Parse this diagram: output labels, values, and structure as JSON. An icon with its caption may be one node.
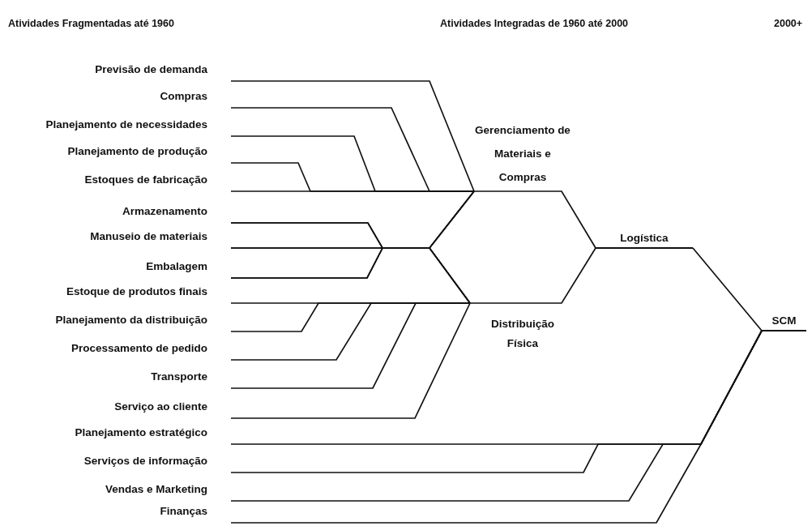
{
  "diagram": {
    "nodes": [
      {
        "text": [
          "Previsão de demanda"
        ]
      },
      {
        "text": [
          "Compras"
        ]
      },
      {
        "text": [
          "Planejamento de necessidades"
        ]
      },
      {
        "text": [
          "Planejamento de produção"
        ]
      },
      {
        "text": [
          "Estoques de fabricação"
        ]
      },
      {
        "text": [
          "Armazenamento"
        ]
      },
      {
        "text": [
          "Manuseio de materiais"
        ]
      },
      {
        "text": [
          "Embalagem"
        ]
      },
      {
        "text": [
          "Estoque de produtos finais"
        ]
      },
      {
        "text": [
          "Planejamento da distribuição"
        ]
      },
      {
        "text": [
          "Processamento de pedido"
        ]
      },
      {
        "text": [
          "Transporte"
        ]
      },
      {
        "text": [
          "Serviço ao cliente"
        ]
      },
      {
        "text": [
          "Planejamento estratégico"
        ]
      },
      {
        "text": [
          "Serviços de informação"
        ]
      },
      {
        "text": [
          "Vendas e Marketing"
        ]
      },
      {
        "text": [
          "Finanças"
        ]
      },
      {
        "text": [
          "Gerenciamento de Materiais e Compras"
        ]
      },
      {
        "text": [
          "Distribuição Física"
        ]
      },
      {
        "text": [
          "Logística"
        ]
      },
      {
        "text": [
          "SCM"
        ]
      }
    ],
    "edges": [
      {
        "from": 0,
        "to": 17,
        "arrow": "none"
      },
      {
        "from": 1,
        "to": 17,
        "arrow": "none"
      },
      {
        "from": 2,
        "to": 17,
        "arrow": "none"
      },
      {
        "from": 3,
        "to": 17,
        "arrow": "none"
      },
      {
        "from": 4,
        "to": 17,
        "arrow": "none"
      },
      {
        "from": 5,
        "to": 17,
        "arrow": "none"
      },
      {
        "from": 6,
        "to": 17,
        "arrow": "none"
      },
      {
        "from": 7,
        "to": 17,
        "arrow": "none"
      },
      {
        "from": 5,
        "to": 18,
        "arrow": "none"
      },
      {
        "from": 6,
        "to": 18,
        "arrow": "none"
      },
      {
        "from": 7,
        "to": 18,
        "arrow": "none"
      },
      {
        "from": 8,
        "to": 18,
        "arrow": "none"
      },
      {
        "from": 9,
        "to": 18,
        "arrow": "none"
      },
      {
        "from": 10,
        "to": 18,
        "arrow": "none"
      },
      {
        "from": 11,
        "to": 18,
        "arrow": "none"
      },
      {
        "from": 12,
        "to": 18,
        "arrow": "none"
      },
      {
        "from": 17,
        "to": 19,
        "arrow": "none"
      },
      {
        "from": 18,
        "to": 19,
        "arrow": "none"
      },
      {
        "from": 19,
        "to": 20,
        "arrow": "none"
      },
      {
        "from": 13,
        "to": 20,
        "arrow": "none"
      },
      {
        "from": 14,
        "to": 20,
        "arrow": "none"
      },
      {
        "from": 15,
        "to": 20,
        "arrow": "none"
      },
      {
        "from": 16,
        "to": 20,
        "arrow": "none"
      }
    ],
    "labels": [
      "Atividades Fragmentadas até 1960",
      "Atividades Integradas de 1960 até 2000",
      "2000+"
    ]
  }
}
